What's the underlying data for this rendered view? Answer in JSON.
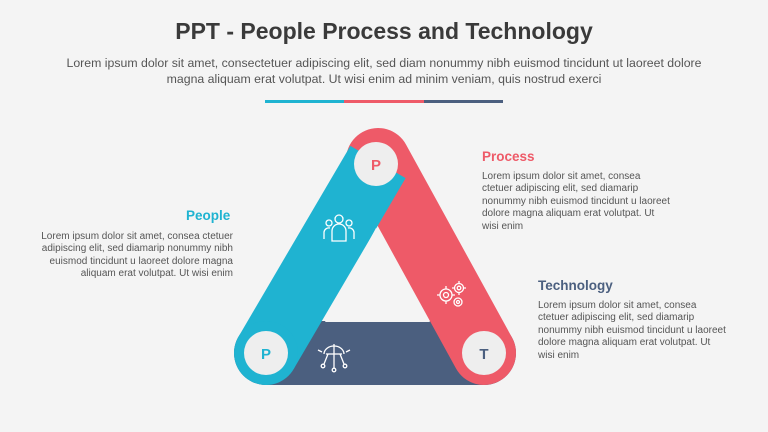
{
  "header": {
    "title": "PPT - People Process and Technology",
    "subtitle": "Lorem ipsum dolor sit amet, consectetuer adipiscing elit, sed diam nonummy nibh euismod tincidunt ut laoreet dolore magna aliquam erat volutpat. Ut wisi enim ad minim veniam, quis nostrud exerci"
  },
  "colors": {
    "people": "#1fb3d1",
    "process": "#ee5a68",
    "technology": "#4b5f7f",
    "circle": "#eeeeee"
  },
  "sections": {
    "people": {
      "label": "People",
      "letter": "P",
      "icon": "people-group-icon",
      "text": "Lorem ipsum dolor sit amet, consea ctetuer adipiscing elit, sed diamarip nonummy nibh euismod tincidunt u laoreet dolore magna aliquam erat volutpat. Ut wisi enim"
    },
    "process": {
      "label": "Process",
      "letter": "P",
      "icon": "gears-icon",
      "text": "Lorem ipsum dolor sit amet, consea ctetuer adipiscing elit, sed diamarip nonummy nibh euismod tincidunt u laoreet dolore magna aliquam erat volutpat. Ut wisi enim"
    },
    "technology": {
      "label": "Technology",
      "letter": "T",
      "icon": "circuit-icon",
      "text": "Lorem ipsum dolor sit amet, consea ctetuer adipiscing elit, sed diamarip nonummy nibh euismod tincidunt u laoreet dolore magna aliquam erat volutpat. Ut wisi enim"
    }
  }
}
